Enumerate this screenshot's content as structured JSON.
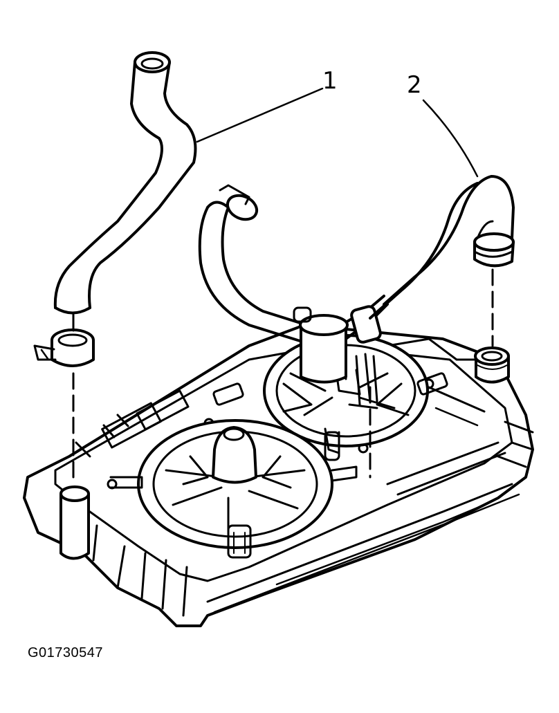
{
  "callouts": {
    "one": "1",
    "two": "2"
  },
  "figure_id": "G01730547",
  "colors": {
    "ink": "#000000",
    "paper": "#ffffff"
  }
}
